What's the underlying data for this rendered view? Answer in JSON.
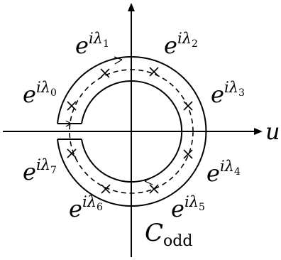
{
  "diagram": {
    "axis_label": "u",
    "contour_label": {
      "base": "C",
      "subscript": "odd"
    },
    "eigen_labels": [
      {
        "base": "e",
        "exp": "iλ",
        "sub": "0"
      },
      {
        "base": "e",
        "exp": "iλ",
        "sub": "1"
      },
      {
        "base": "e",
        "exp": "iλ",
        "sub": "2"
      },
      {
        "base": "e",
        "exp": "iλ",
        "sub": "3"
      },
      {
        "base": "e",
        "exp": "iλ",
        "sub": "4"
      },
      {
        "base": "e",
        "exp": "iλ",
        "sub": "5"
      },
      {
        "base": "e",
        "exp": "iλ",
        "sub": "6"
      },
      {
        "base": "e",
        "exp": "iλ",
        "sub": "7"
      }
    ]
  }
}
